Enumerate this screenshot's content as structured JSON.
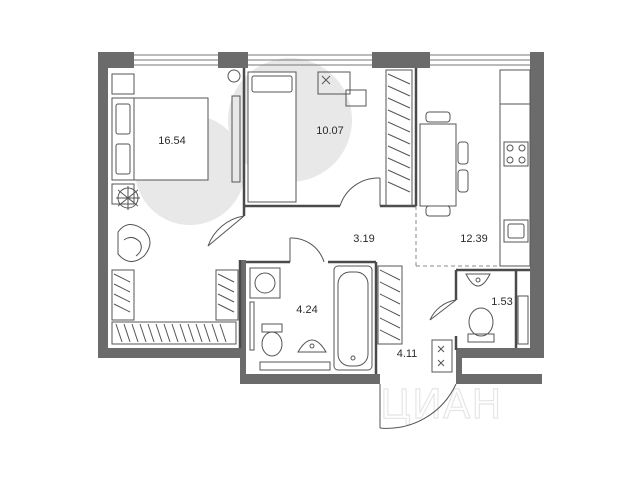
{
  "plan": {
    "colors": {
      "wall": "#6b6b6b",
      "line": "#555555",
      "shade": "#e8e8e8",
      "watermark": "#e6e6e6"
    },
    "rooms": {
      "bedroom": {
        "area": "16.54"
      },
      "children_room": {
        "area": "10.07"
      },
      "hallway": {
        "area": "3.19"
      },
      "kitchen": {
        "area": "12.39"
      },
      "bathroom": {
        "area": "4.24"
      },
      "toilet": {
        "area": "1.53"
      },
      "entrance": {
        "area": "4.11"
      }
    },
    "watermark": {
      "text": "ЦИАН"
    },
    "icons": [
      "bed-icon",
      "armchair-icon",
      "plant-icon",
      "desk-icon",
      "dining-table-icon",
      "stove-icon",
      "sink-icon",
      "toilet-icon",
      "bathtub-icon",
      "washing-machine-icon",
      "wardrobe-icon",
      "door-icon",
      "window-icon"
    ]
  }
}
